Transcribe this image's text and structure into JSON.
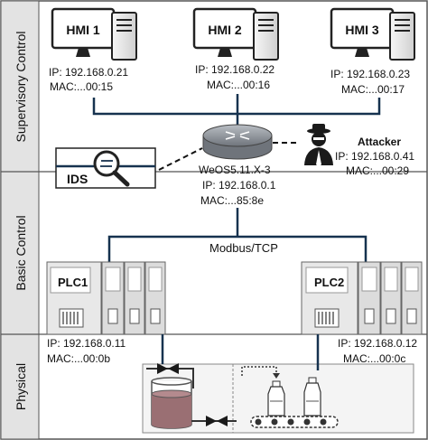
{
  "zones": {
    "supervisory": "Supervisory Control",
    "basic": "Basic Control",
    "physical": "Physical"
  },
  "hmi": [
    {
      "label": "HMI 1",
      "ip": "IP: 192.168.0.21",
      "mac": "MAC:...00:15"
    },
    {
      "label": "HMI 2",
      "ip": "IP: 192.168.0.22",
      "mac": "MAC:...00:16"
    },
    {
      "label": "HMI 3",
      "ip": "IP: 192.168.0.23",
      "mac": "MAC:...00:17"
    }
  ],
  "router": {
    "name": "WeOS5.11.X-3",
    "ip": "IP: 192.168.0.1",
    "mac": "MAC:...85:8e"
  },
  "ids": {
    "label": "IDS"
  },
  "attacker": {
    "label": "Attacker",
    "ip": "IP: 192.168.0.41",
    "mac": "MAC:...00:29"
  },
  "bus": {
    "label": "Modbus/TCP"
  },
  "plc": [
    {
      "label": "PLC1",
      "ip": "IP: 192.168.0.11",
      "mac": "MAC:...00:0b"
    },
    {
      "label": "PLC2",
      "ip": "IP: 192.168.0.12",
      "mac": "MAC:...00:0c"
    }
  ],
  "colors": {
    "zone_band": "#e3e3e3",
    "border": "#555555",
    "network_line": "#16324f",
    "router_fill": "#8a8f96",
    "tank_liquid": "#9a6f73",
    "physical_bg": "#f4f4f4"
  }
}
